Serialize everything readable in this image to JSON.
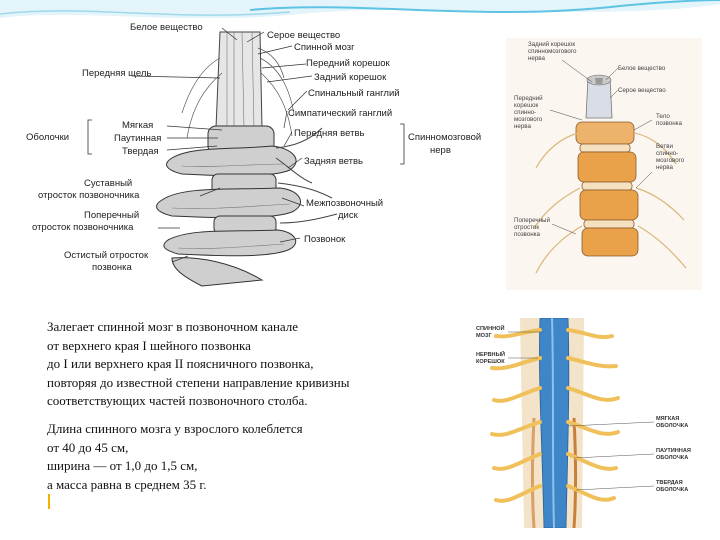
{
  "figure1": {
    "labels": {
      "white_matter": "Белое вещество",
      "gray_matter": "Серое вещество",
      "spinal_cord": "Спинной мозг",
      "anterior_root": "Передний корешок",
      "posterior_root": "Задний корешок",
      "anterior_fissure": "Передняя щель",
      "spinal_ganglion": "Спинальный ганглий",
      "sympathetic_ganglion": "Симпатический ганглий",
      "anterior_branch": "Передняя ветвь",
      "posterior_branch": "Задняя ветвь",
      "spinal_nerve_line1": "Спинномозговой",
      "spinal_nerve_line2": "нерв",
      "membranes": "Оболочки",
      "pia": "Мягкая",
      "arachnoid": "Паутинная",
      "dura": "Твердая",
      "articular_line1": "Суставный",
      "articular_line2": "отросток позвоночника",
      "transverse_line1": "Поперечный",
      "transverse_line2": "отросток позвоночника",
      "spinous_line1": "Остистый отросток",
      "spinous_line2": "позвонка",
      "disc_line1": "Межпозвоночный",
      "disc_line2": "диск",
      "vertebra": "Позвонок"
    }
  },
  "figure2": {
    "labels": {
      "posterior_root_l1": "Задний корешок",
      "posterior_root_l2": "спинномозгового",
      "posterior_root_l3": "нерва",
      "white_matter": "Белое вещество",
      "gray_matter": "Серое вещество",
      "anterior_root_l1": "Передний",
      "anterior_root_l2": "корешок",
      "anterior_root_l3": "спинно-",
      "anterior_root_l4": "мозгового",
      "anterior_root_l5": "нерва",
      "body_l1": "Тело",
      "body_l2": "позвонка",
      "branches_l1": "Ветви",
      "branches_l2": "спинно-",
      "branches_l3": "мозгового",
      "branches_l4": "нерва",
      "transverse_l1": "Поперечный",
      "transverse_l2": "отросток",
      "transverse_l3": "позвонка"
    }
  },
  "figure3": {
    "labels": {
      "spinal_cord_l1": "СПИННОЙ",
      "spinal_cord_l2": "МОЗГ",
      "nerve_root_l1": "НЕРВНЫЙ",
      "nerve_root_l2": "КОРЕШОК",
      "pia_l1": "МЯГКАЯ",
      "pia_l2": "ОБОЛОЧКА",
      "arachnoid_l1": "ПАУТИННАЯ",
      "arachnoid_l2": "ОБОЛОЧКА",
      "dura_l1": "ТВЕРДАЯ",
      "dura_l2": "ОБОЛОЧКА"
    }
  },
  "text": {
    "paragraph1": [
      "Залегает спинной мозг в позвоночном канале",
      "от верхнего края I шейного позвонка",
      "до I или верхнего края II поясничного позвонка,",
      "повторяя до известной степени направление кривизны",
      "соответствующих частей позвоночного столба."
    ],
    "paragraph2": [
      "Длина спинного мозга у взрослого колеблется",
      "от 40 до 45 см,",
      "ширина — от 1,0 до 1,5 см,",
      "а масса равна в среднем 35 г."
    ]
  },
  "colors": {
    "header_wave": "#5fc3e4",
    "bone": "#c8c8c8",
    "disc": "#e9a24a",
    "nerve": "#f0c15a",
    "cord_blue": "#3f86c9",
    "cursor": "#f2b400"
  }
}
